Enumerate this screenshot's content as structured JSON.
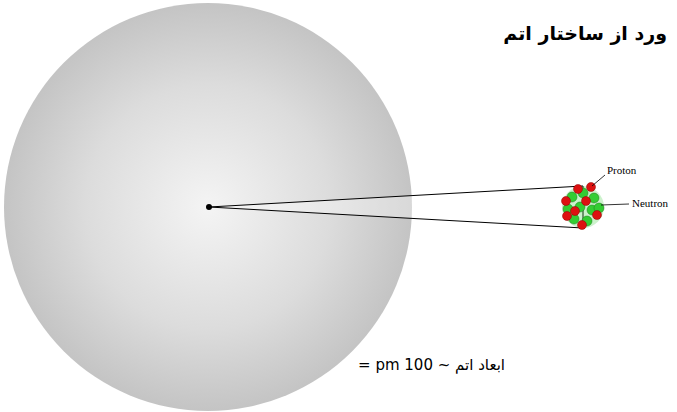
{
  "diagram": {
    "title": "ورد از ساختار اتم",
    "labels": [
      "Proton",
      "Neutron",
      "ابعاد اتم ~ 100 pm ="
    ]
  }
}
